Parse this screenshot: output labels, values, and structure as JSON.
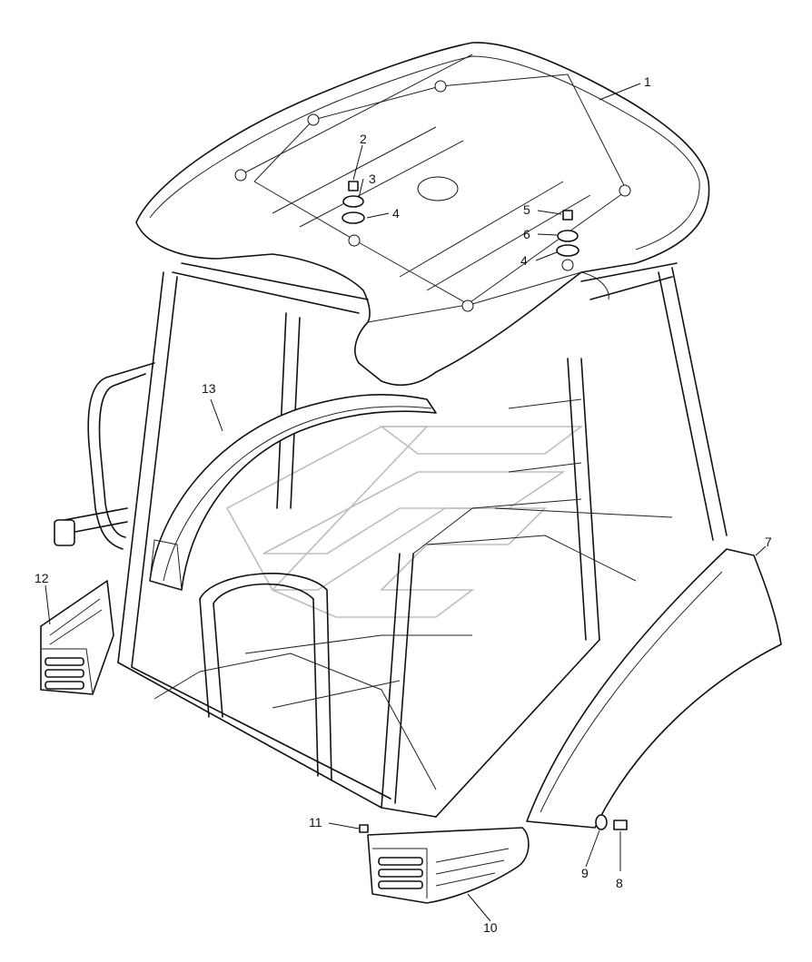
{
  "diagram": {
    "callouts": [
      {
        "id": "c1",
        "text": "1"
      },
      {
        "id": "c2",
        "text": "2"
      },
      {
        "id": "c3",
        "text": "3"
      },
      {
        "id": "c4a",
        "text": "4"
      },
      {
        "id": "c5",
        "text": "5"
      },
      {
        "id": "c6",
        "text": "6"
      },
      {
        "id": "c4b",
        "text": "4"
      },
      {
        "id": "c7",
        "text": "7"
      },
      {
        "id": "c8",
        "text": "8"
      },
      {
        "id": "c9",
        "text": "9"
      },
      {
        "id": "c10",
        "text": "10"
      },
      {
        "id": "c11",
        "text": "11"
      },
      {
        "id": "c12",
        "text": "12"
      },
      {
        "id": "c13",
        "text": "13"
      }
    ]
  }
}
